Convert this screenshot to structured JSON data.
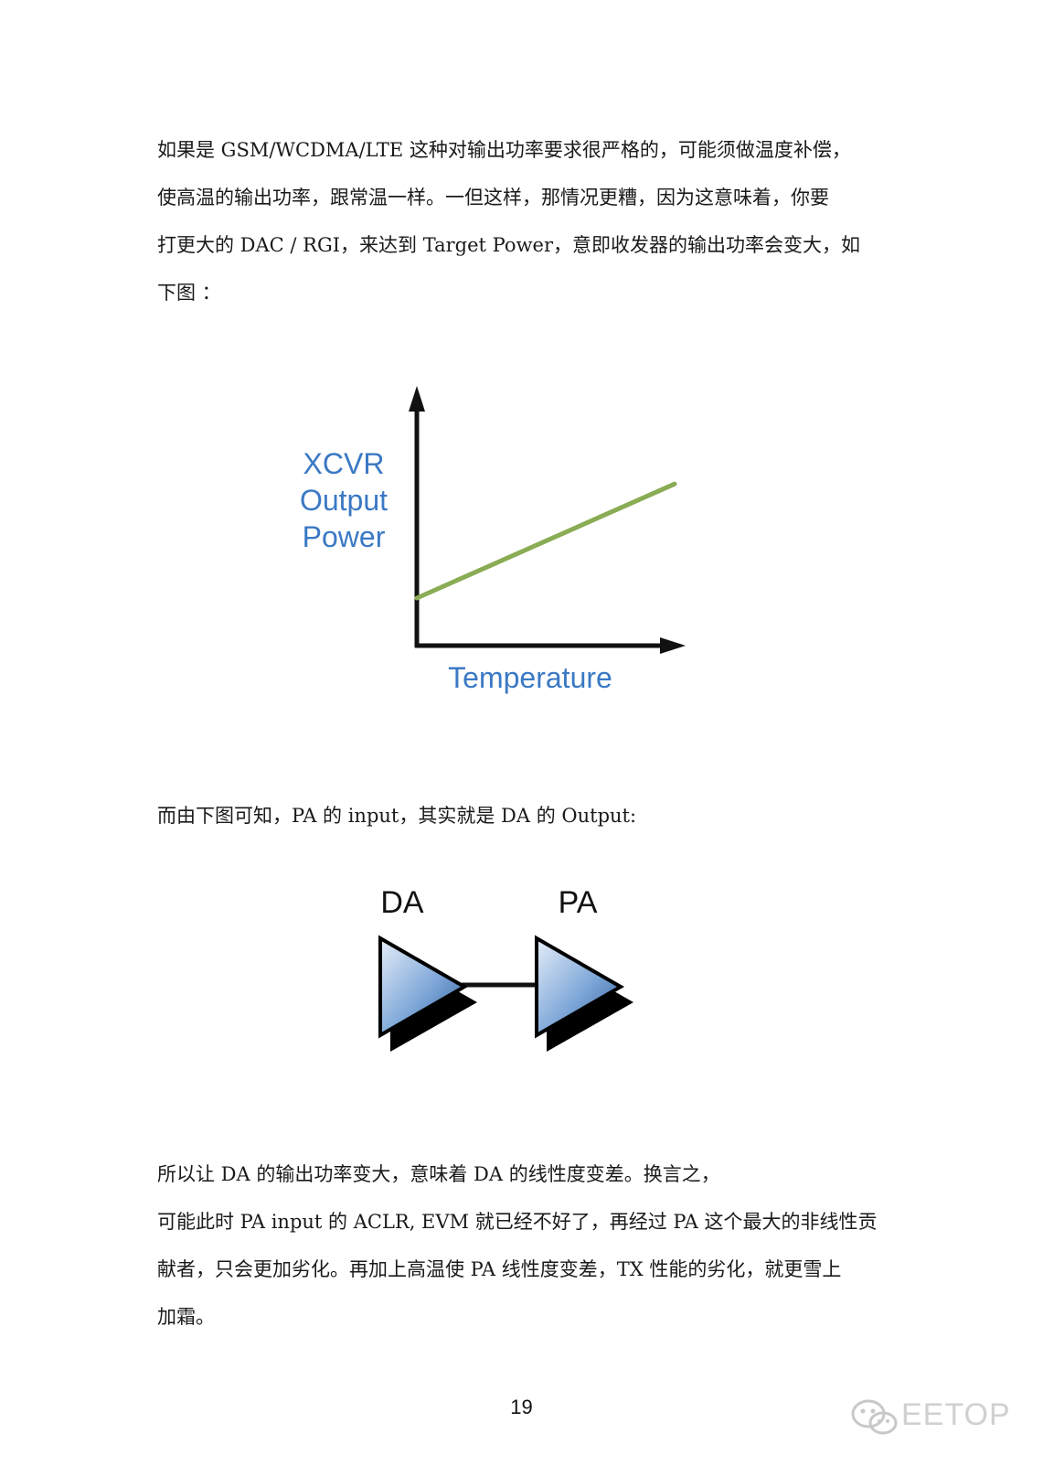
{
  "paragraph1": {
    "lines": [
      "如果是 GSM/WCDMA/LTE 这种对输出功率要求很严格的，可能须做温度补偿，",
      "使高温的输出功率，跟常温一样。一但这样，那情况更糟，因为这意味着，你要",
      "打更大的 DAC / RGI，来达到 Target Power，意即收发器的输出功率会变大，如",
      "下图 ："
    ]
  },
  "chart": {
    "y_label_lines": [
      "XCVR",
      "Output",
      "Power"
    ],
    "x_label": "Temperature",
    "colors": {
      "label": "#3a79c4",
      "line": "#8aac54",
      "axis": "#111111"
    }
  },
  "chart_data": {
    "type": "line",
    "title": "",
    "xlabel": "Temperature",
    "ylabel": "XCVR Output Power",
    "series": [
      {
        "values": [
          0.2,
          0.68
        ],
        "x": [
          0,
          1
        ]
      }
    ]
  },
  "paragraph2": {
    "lines": [
      "而由下图可知，PA 的 input，其实就是 DA 的 Output:"
    ]
  },
  "amp_diagram": {
    "da_label": "DA",
    "pa_label": "PA",
    "colors": {
      "triangle_light": "#e6eef9",
      "triangle_dark": "#2f5d9c",
      "shadow": "#000000"
    }
  },
  "paragraph3": {
    "lines": [
      "所以让 DA 的输出功率变大，意味着 DA 的线性度变差。换言之，",
      "可能此时 PA input 的 ACLR, EVM 就已经不好了，再经过 PA 这个最大的非线性贡",
      "献者，只会更加劣化。再加上高温使 PA 线性度变差，TX 性能的劣化，就更雪上",
      "加霜。"
    ]
  },
  "footer": {
    "page_number": "19"
  },
  "watermark": {
    "text": "EETOP",
    "icon": "wechat-icon"
  }
}
